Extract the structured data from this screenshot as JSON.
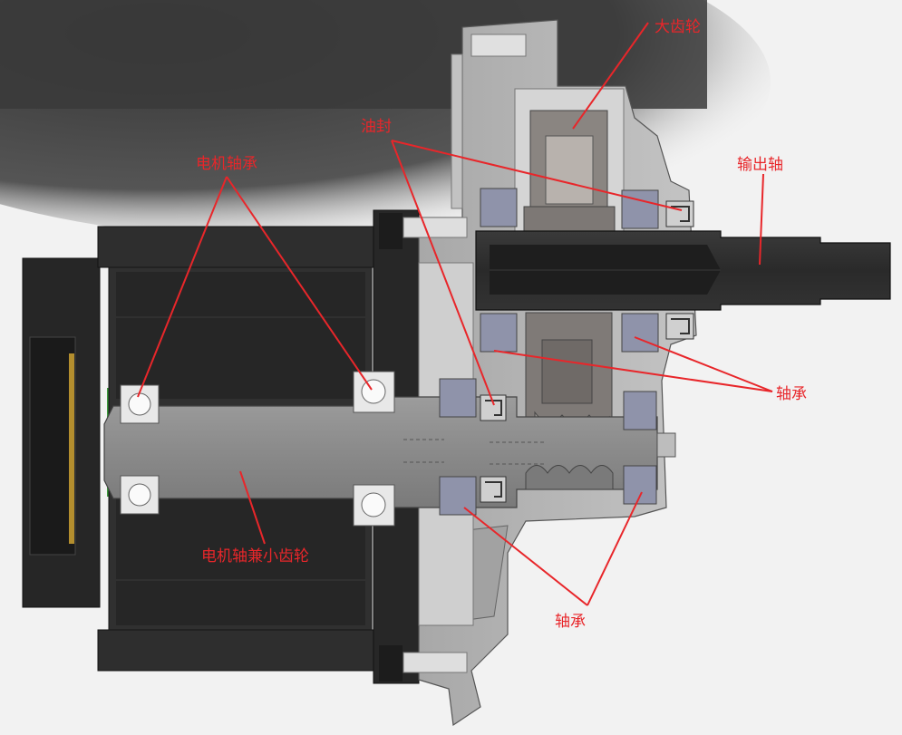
{
  "labels": {
    "large_gear": "大齿轮",
    "oil_seal": "油封",
    "motor_bearing": "电机轴承",
    "output_shaft": "输出轴",
    "bearing_right": "轴承",
    "motor_shaft_pinion": "电机轴兼小齿轮",
    "bearing_bottom": "轴承"
  },
  "colors": {
    "annotation": "#e8262a",
    "dark_part": "#2b2b2b",
    "shaft": "#8c8c8c",
    "housing": "#b9b9b9",
    "bearing_ring": "#8f93aa",
    "seal_green": "#3d9a3d"
  }
}
